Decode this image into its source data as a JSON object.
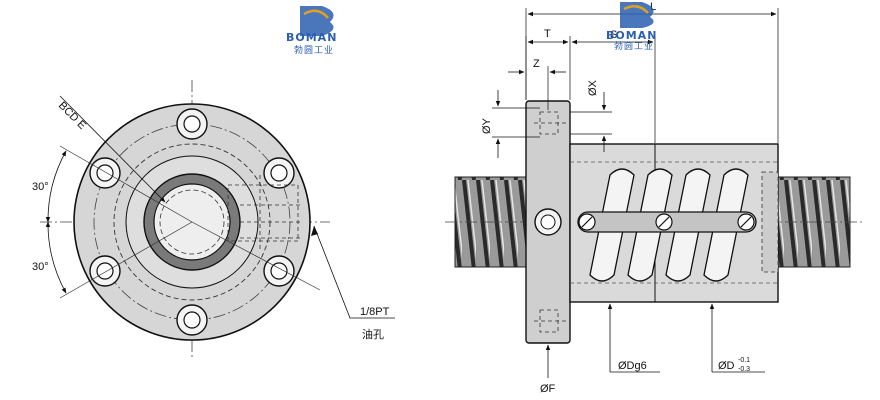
{
  "logo": {
    "name": "BOMAN",
    "subtitle": "勃圆工业",
    "color": "#2a5fb0",
    "accent": "#e0a020"
  },
  "front_view": {
    "labels": {
      "bcd": "BCD E",
      "angle_top": "30°",
      "angle_bottom": "30°",
      "oil_hole_size": "1/8PT",
      "oil_hole_name": "油孔"
    }
  },
  "side_view": {
    "labels": {
      "L": "L",
      "S": "S",
      "T": "T",
      "Z": "Z",
      "X": "ØX",
      "Y": "ØY",
      "F": "ØF",
      "Dg6": "ØDg6",
      "D": "ØD",
      "D_tol_upper": "-0.1",
      "D_tol_lower": "-0.3"
    }
  },
  "colors": {
    "line": "#111111",
    "body": "#d9d9d9",
    "body_dark": "#bdbdbd",
    "thread": "#555555"
  }
}
